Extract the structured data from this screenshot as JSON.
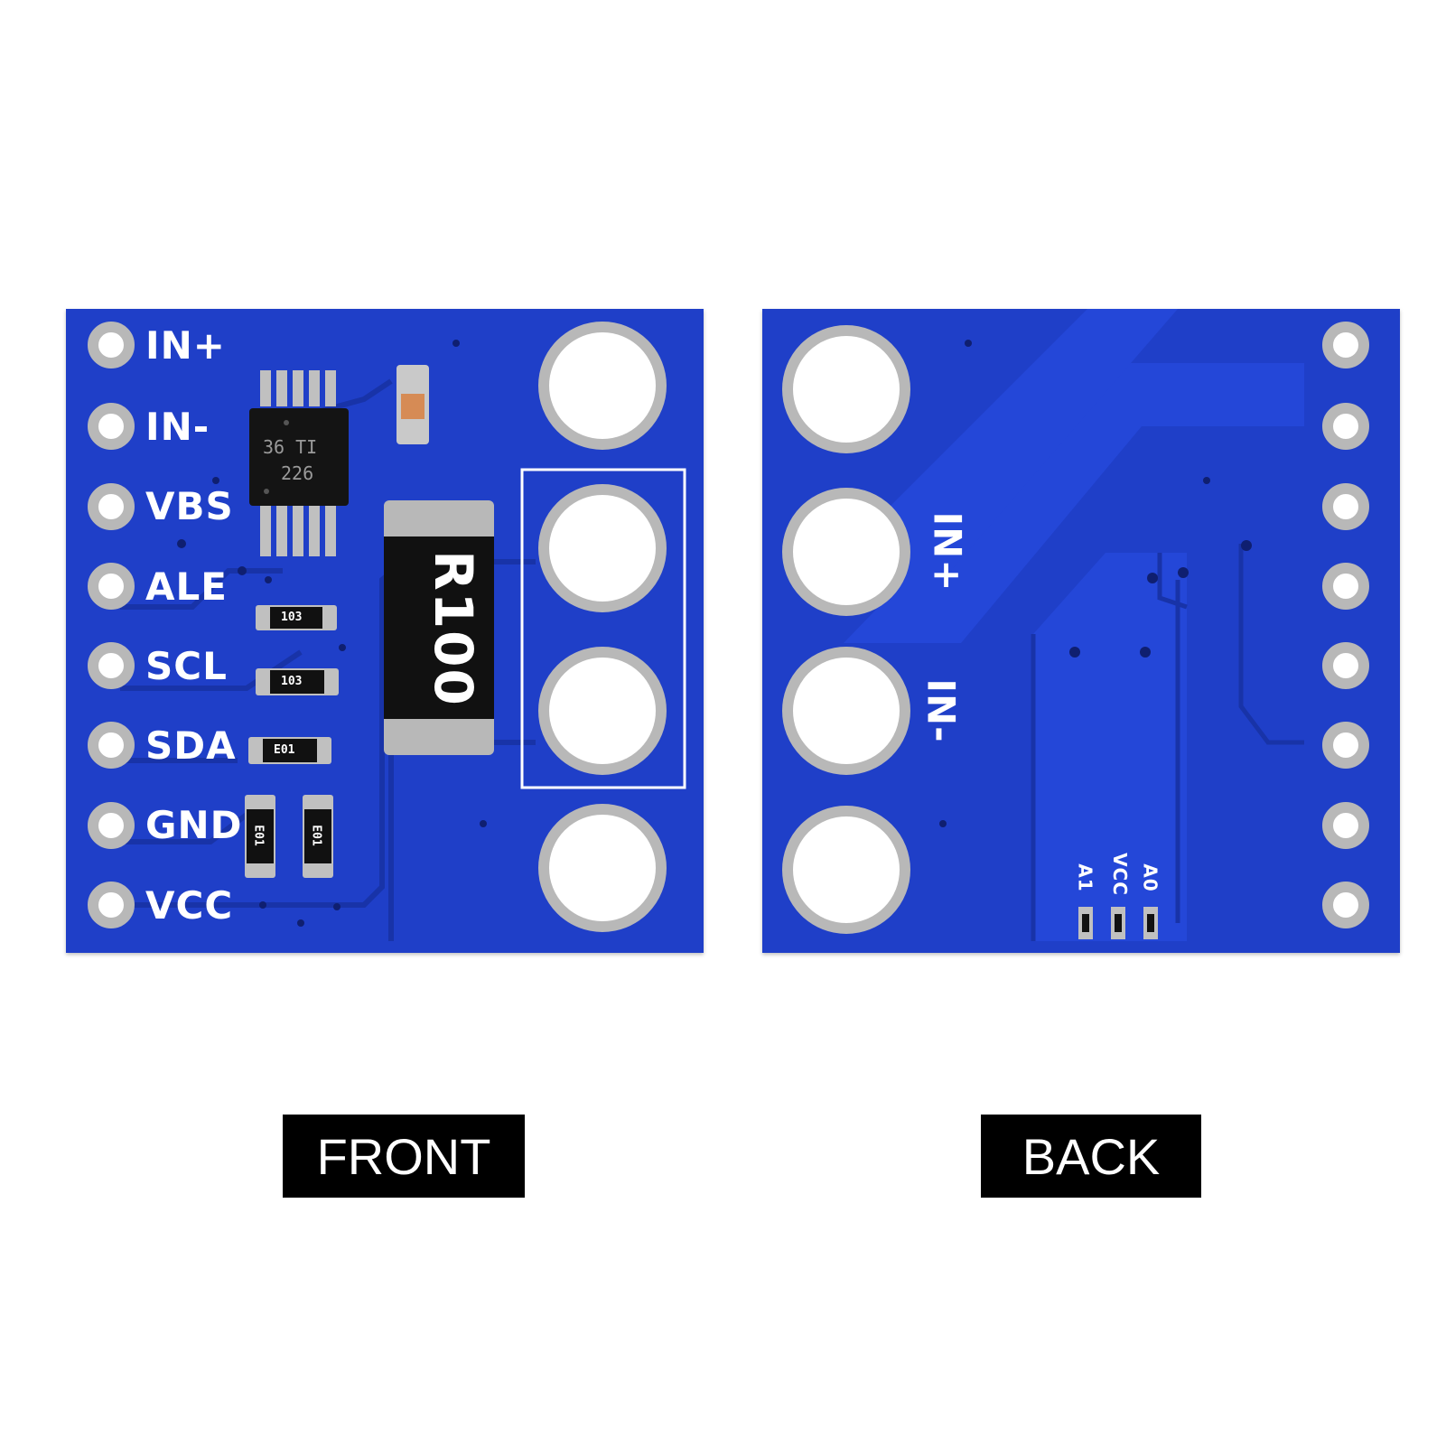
{
  "front": {
    "pin_labels": [
      "IN+",
      "IN-",
      "VBS",
      "ALE",
      "SCL",
      "SDA",
      "GND",
      "VCC"
    ],
    "ic_marking": [
      "36 TI",
      "226"
    ],
    "shunt_marking": "R100",
    "resistor_codes": [
      "103",
      "103",
      "E01",
      "E01",
      "E01"
    ]
  },
  "back": {
    "terminal_labels": [
      "IN+",
      "IN-"
    ],
    "jumper_labels": [
      "A1",
      "VCC",
      "A0"
    ]
  },
  "captions": {
    "front": "FRONT",
    "back": "BACK"
  },
  "colors": {
    "pcb": "#1f3fc8",
    "silk": "#ffffff",
    "pad": "#b8b8b8",
    "caption_bg": "#000000"
  }
}
